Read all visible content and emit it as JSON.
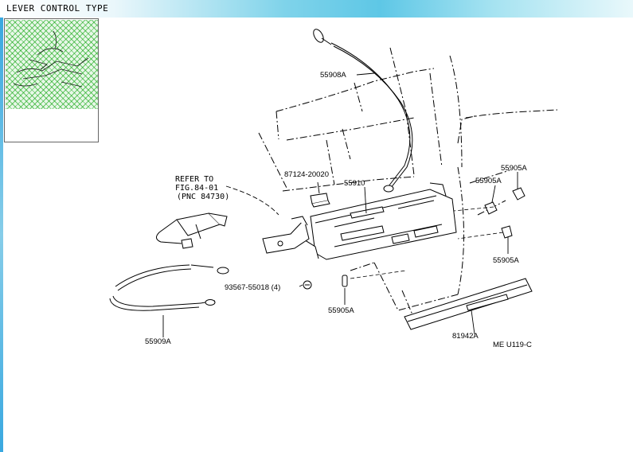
{
  "header": {
    "title": "LEVER CONTROL TYPE"
  },
  "thumbnail": {
    "icon": "overview-thumbnail-icon"
  },
  "diagram": {
    "refer_note": [
      "REFER TO",
      "FIG.84-01",
      "(PNC 84730)"
    ],
    "parts": {
      "p55908A": "55908A",
      "p87124": "87124-20020",
      "p55910": "55910",
      "p55905A_a": "55905A",
      "p55905A_b": "55905A",
      "p55905A_c": "55905A",
      "p55905A_d": "55905A",
      "p93567": "93567-55018 (4)",
      "p55909A": "55909A",
      "p81942A": "81942A"
    },
    "code": "ME U119-C"
  }
}
